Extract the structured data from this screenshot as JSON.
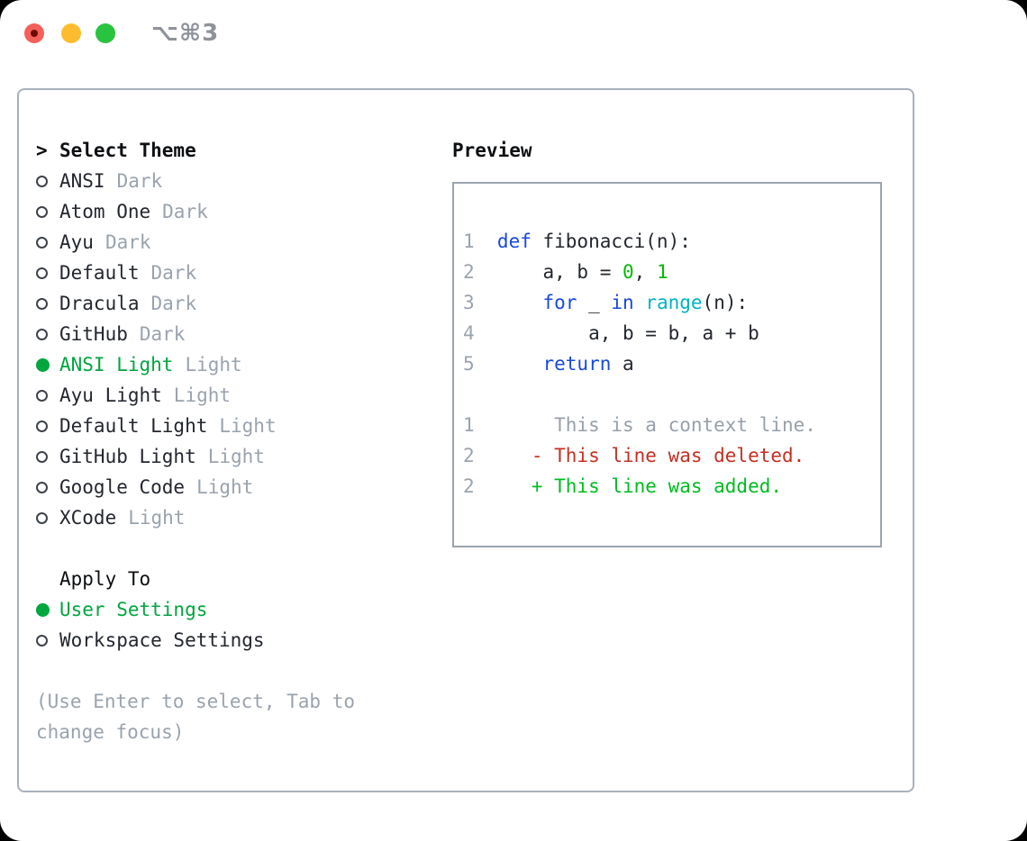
{
  "window": {
    "shortcut_label": "⌥⌘3",
    "traffic_lights": [
      "close",
      "minimize",
      "zoom"
    ]
  },
  "theme_selector": {
    "title_marker": ">",
    "title": "Select Theme",
    "items": [
      {
        "name": "ANSI",
        "tag": "Dark",
        "selected": false
      },
      {
        "name": "Atom One",
        "tag": "Dark",
        "selected": false
      },
      {
        "name": "Ayu",
        "tag": "Dark",
        "selected": false
      },
      {
        "name": "Default",
        "tag": "Dark",
        "selected": false
      },
      {
        "name": "Dracula",
        "tag": "Dark",
        "selected": false
      },
      {
        "name": "GitHub",
        "tag": "Dark",
        "selected": false
      },
      {
        "name": "ANSI Light",
        "tag": "Light",
        "selected": true
      },
      {
        "name": "Ayu Light",
        "tag": "Light",
        "selected": false
      },
      {
        "name": "Default Light",
        "tag": "Light",
        "selected": false
      },
      {
        "name": "GitHub Light",
        "tag": "Light",
        "selected": false
      },
      {
        "name": "Google Code",
        "tag": "Light",
        "selected": false
      },
      {
        "name": "XCode",
        "tag": "Light",
        "selected": false
      }
    ]
  },
  "apply_to": {
    "title": "Apply To",
    "options": [
      {
        "name": "User Settings",
        "selected": true
      },
      {
        "name": "Workspace Settings",
        "selected": false
      }
    ]
  },
  "hint": "(Use Enter to select, Tab to change focus)",
  "preview": {
    "title": "Preview",
    "code_lines": [
      {
        "num": "1",
        "tokens": [
          {
            "c": "kw",
            "t": "def"
          },
          {
            "c": "fg",
            "t": " fibonacci(n):"
          }
        ]
      },
      {
        "num": "2",
        "tokens": [
          {
            "c": "fg",
            "t": "    a, b = "
          },
          {
            "c": "lit",
            "t": "0"
          },
          {
            "c": "fg",
            "t": ", "
          },
          {
            "c": "lit",
            "t": "1"
          }
        ]
      },
      {
        "num": "3",
        "tokens": [
          {
            "c": "fg",
            "t": "    "
          },
          {
            "c": "kw",
            "t": "for"
          },
          {
            "c": "fg",
            "t": " _ "
          },
          {
            "c": "kw",
            "t": "in"
          },
          {
            "c": "fg",
            "t": " "
          },
          {
            "c": "fn",
            "t": "range"
          },
          {
            "c": "fg",
            "t": "(n):"
          }
        ]
      },
      {
        "num": "4",
        "tokens": [
          {
            "c": "fg",
            "t": "        a, b = b, a + b"
          }
        ]
      },
      {
        "num": "5",
        "tokens": [
          {
            "c": "fg",
            "t": "    "
          },
          {
            "c": "kw",
            "t": "return"
          },
          {
            "c": "fg",
            "t": " a"
          }
        ]
      },
      {
        "num": "",
        "tokens": []
      },
      {
        "num": "1",
        "tokens": [
          {
            "c": "ctx",
            "t": "     This is a context line."
          }
        ]
      },
      {
        "num": "2",
        "tokens": [
          {
            "c": "del",
            "t": "   - This line was deleted."
          }
        ]
      },
      {
        "num": "2",
        "tokens": [
          {
            "c": "add",
            "t": "   + This line was added."
          }
        ]
      }
    ]
  },
  "colors": {
    "accent_green": "#00a63e",
    "keyword_blue": "#1848e0",
    "literal_green": "#00bc00",
    "function_cyan": "#00b3c6",
    "deleted_red": "#c53022",
    "added_green": "#00bc20",
    "context_gray": "#97a0aa",
    "dim_gray": "#9aa3ad",
    "text": "#23272e",
    "panel_border": "#a9b1ba",
    "preview_border": "#9ba4ae",
    "traffic_red": "#f4605a",
    "traffic_yellow": "#fdbc2f",
    "traffic_green": "#2ac33f"
  }
}
